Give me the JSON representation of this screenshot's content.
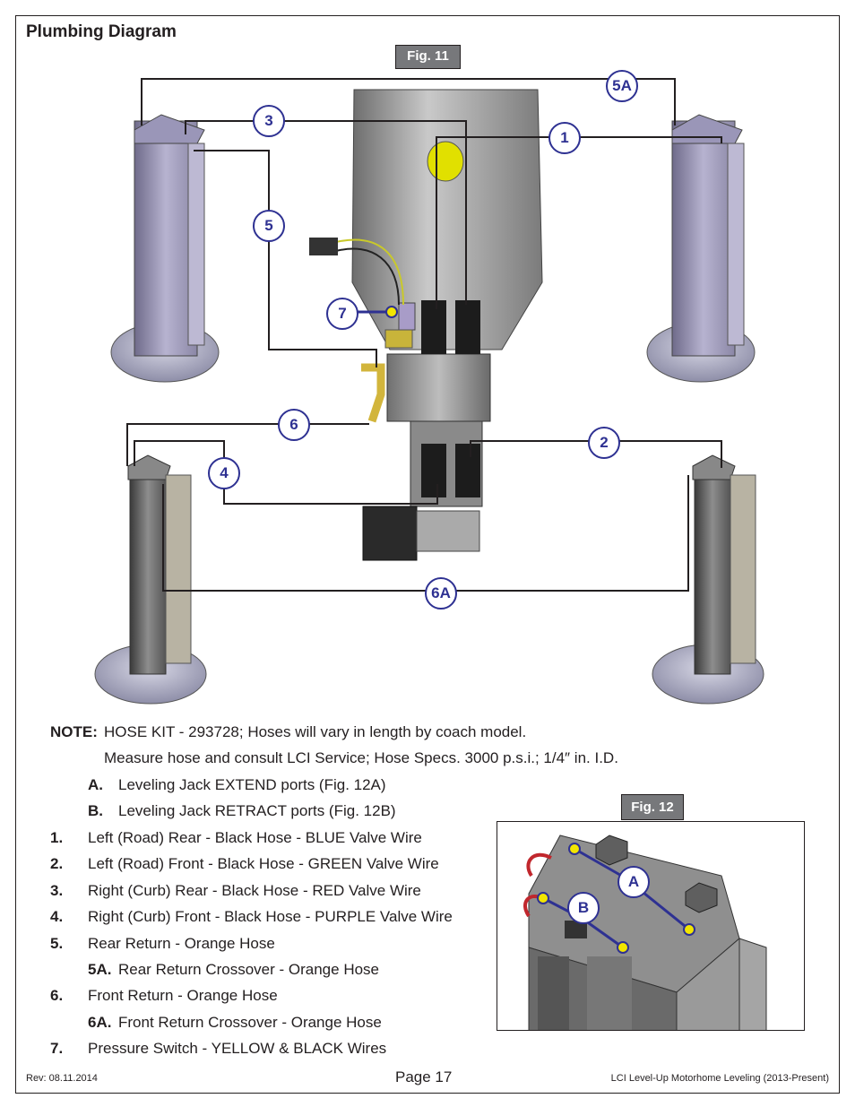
{
  "title": "Plumbing Diagram",
  "fig11_label": "Fig.  11",
  "fig12_label": "Fig. 12",
  "callouts": {
    "c1": "1",
    "c2": "2",
    "c3": "3",
    "c4": "4",
    "c5": "5",
    "c5a": "5A",
    "c6": "6",
    "c6a": "6A",
    "c7": "7",
    "ca": "A",
    "cb": "B"
  },
  "note": {
    "label": "NOTE:",
    "line1": "HOSE KIT - 293728; Hoses will vary in length by coach model.",
    "line2": "Measure hose and consult LCI Service; Hose Specs. 3000 p.s.i.; 1/4″ in. I.D."
  },
  "items": [
    {
      "num": "A.",
      "text": "Leveling Jack EXTEND ports (Fig. 12A)"
    },
    {
      "num": "B.",
      "text": "Leveling Jack RETRACT ports (Fig. 12B)"
    },
    {
      "num": "1.",
      "text": "Left (Road) Rear - Black Hose - BLUE Valve Wire"
    },
    {
      "num": "2.",
      "text": "Left (Road) Front - Black Hose - GREEN Valve Wire"
    },
    {
      "num": "3.",
      "text": "Right (Curb) Rear - Black Hose - RED Valve Wire"
    },
    {
      "num": "4.",
      "text": "Right (Curb) Front - Black Hose - PURPLE Valve Wire"
    },
    {
      "num": "5.",
      "text": "Rear Return - Orange Hose"
    },
    {
      "num": "5A.",
      "text": "Rear Return Crossover - Orange Hose"
    },
    {
      "num": "6.",
      "text": "Front Return - Orange Hose"
    },
    {
      "num": "6A.",
      "text": "Front Return Crossover - Orange Hose"
    },
    {
      "num": "7.",
      "text": "Pressure Switch - YELLOW & BLACK Wires"
    }
  ],
  "footer": {
    "rev": "Rev: 08.11.2014",
    "page": "Page 17",
    "doc": "LCI Level-Up Motorhome Leveling (2013-Present)"
  },
  "colors": {
    "callout": "#2e3192",
    "fig_label_bg": "#77787b",
    "port_yellow": "#f2e500"
  }
}
